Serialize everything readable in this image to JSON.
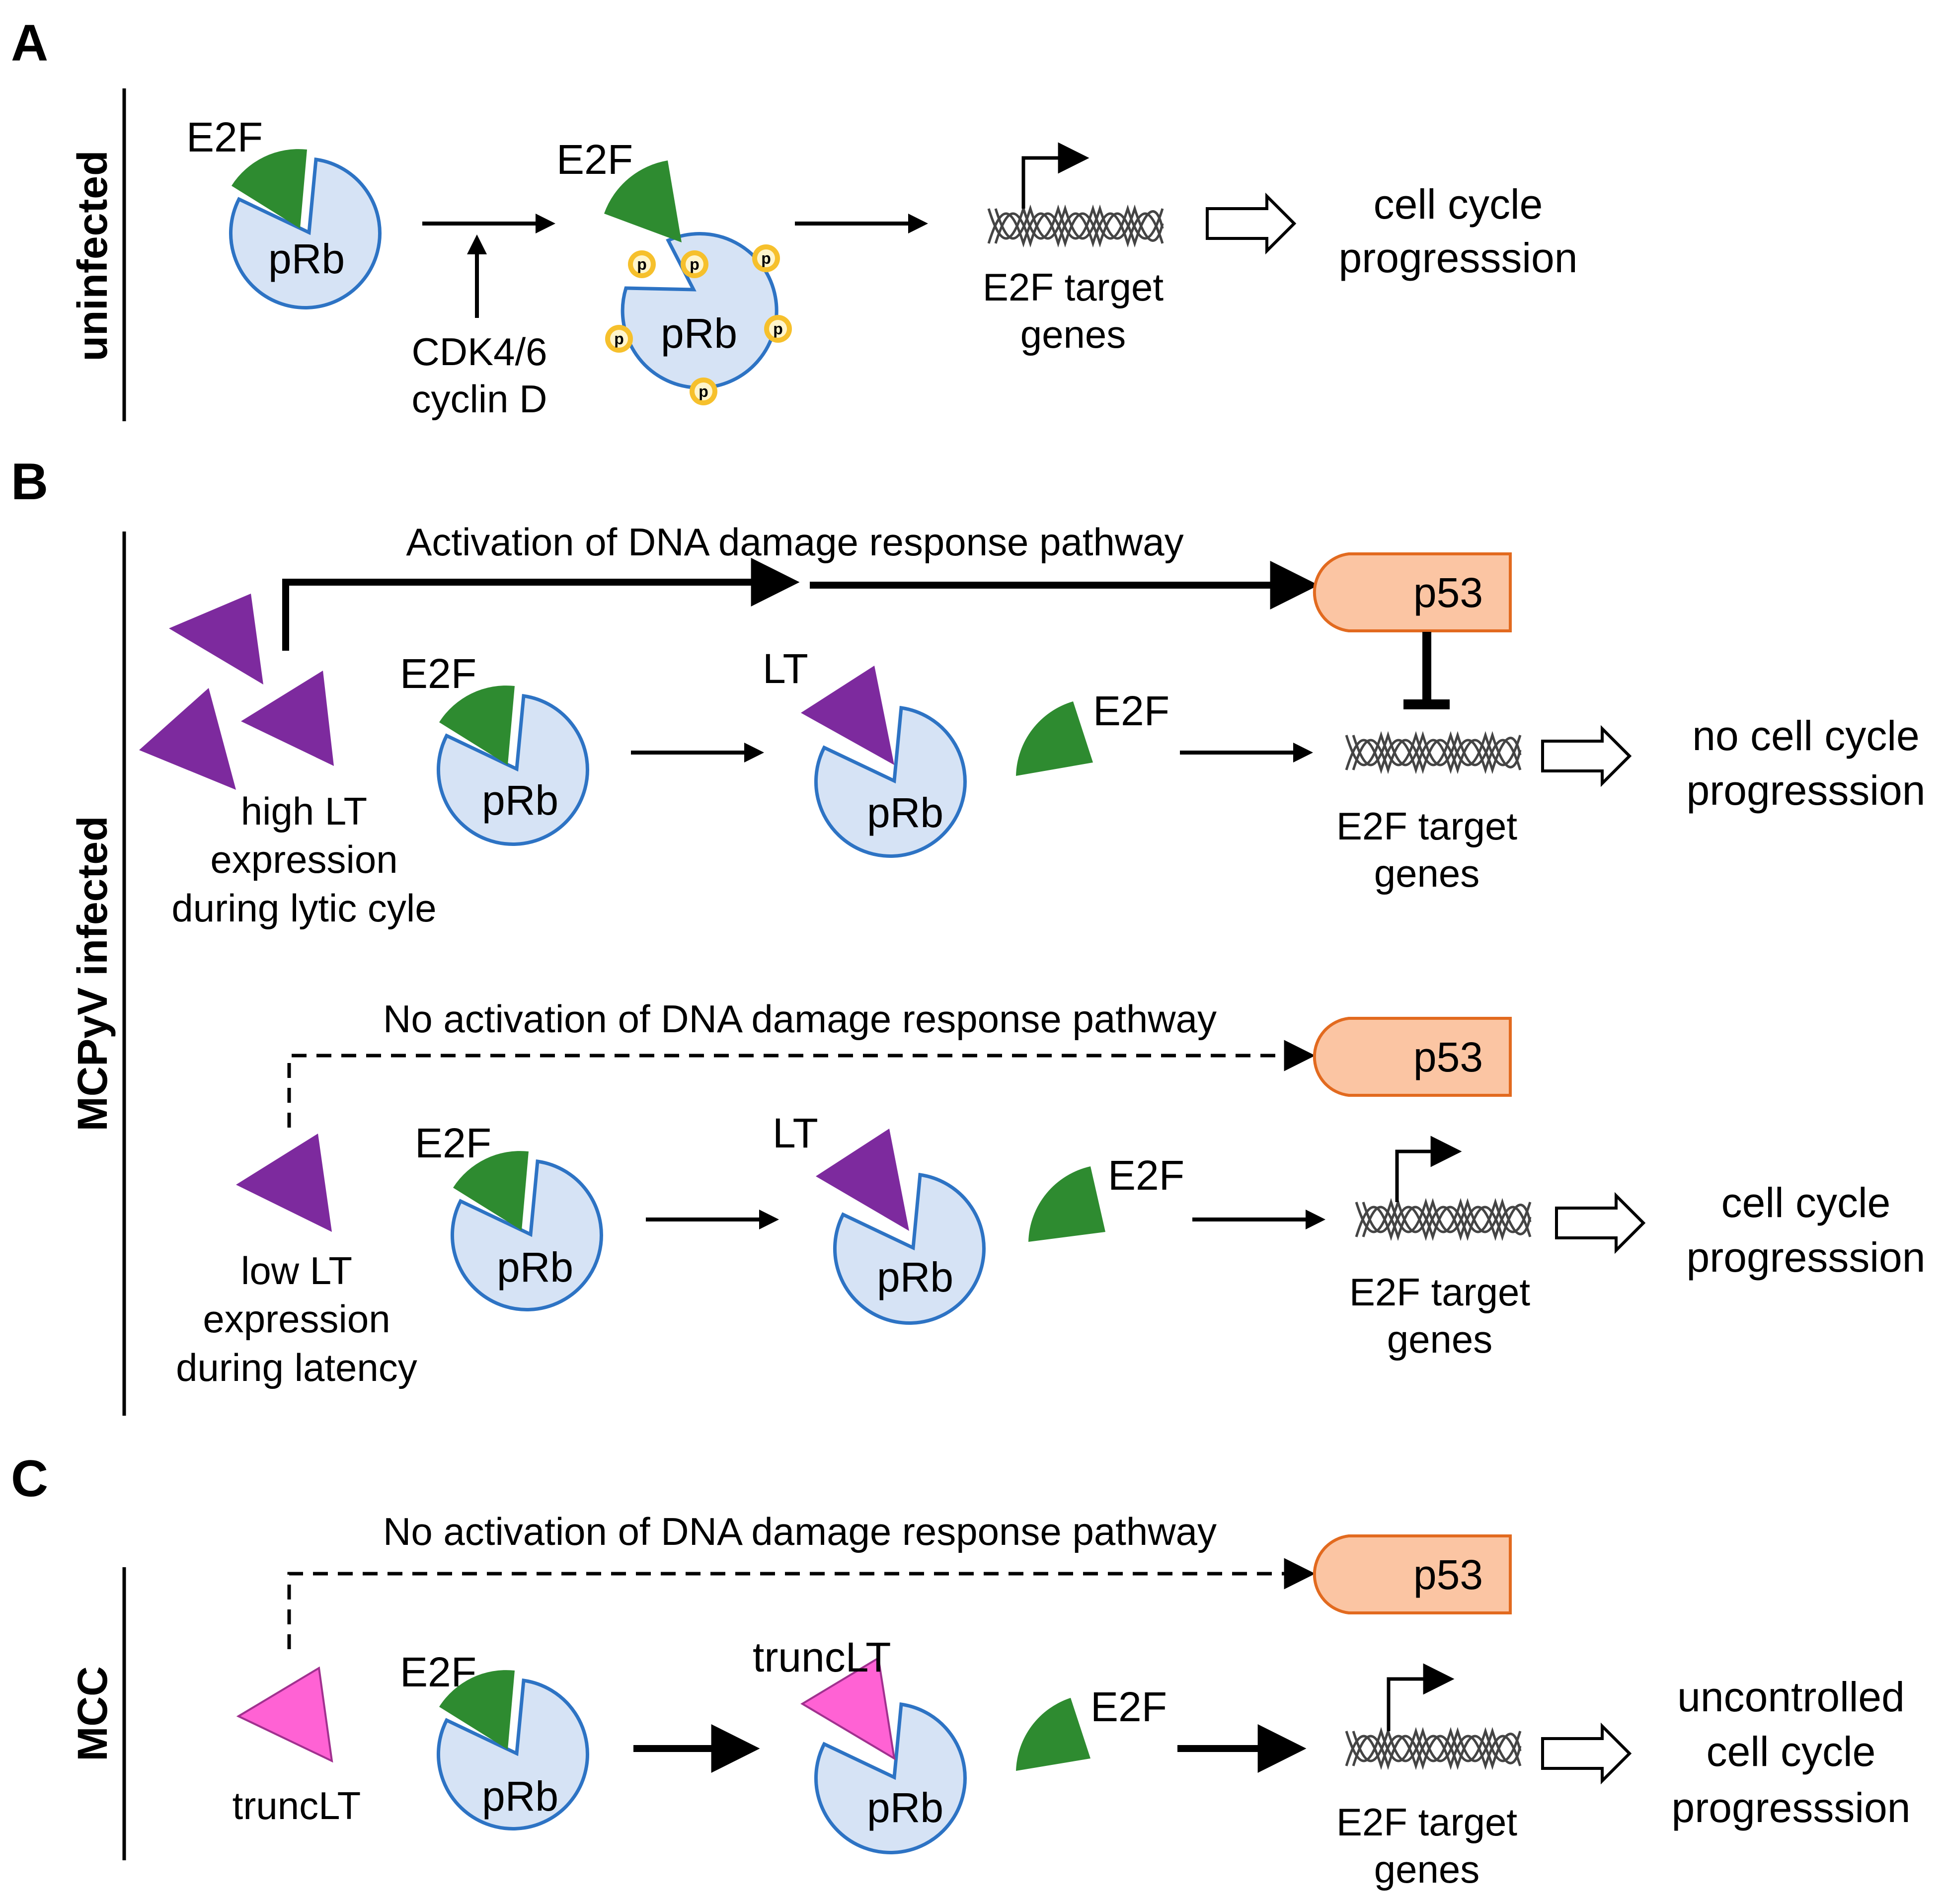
{
  "colors": {
    "e2f": "#2e8b30",
    "prb_fill": "#d6e3f5",
    "prb_stroke": "#2d73c4",
    "lt": "#7d2a9e",
    "trunclt": "#ff62d4",
    "trunclt_stroke": "#a1318f",
    "p53_fill": "#fbc5a3",
    "p53_stroke": "#e26a1f",
    "phospho": "#f6c02c"
  },
  "panels": {
    "a": {
      "letter": "A",
      "side_label": "uninfected",
      "e2f": "E2F",
      "prb": "pRb",
      "e2f2": "E2F",
      "prb2": "pRb",
      "phospho": "p",
      "kinase1": "CDK4/6",
      "kinase2": "cyclin D",
      "gene1": "E2F target",
      "gene2": "genes",
      "outcome1": "cell cycle",
      "outcome2": "progresssion"
    },
    "b": {
      "letter": "B",
      "side_label": "MCPyV infected",
      "top": {
        "ddr": "Activation of DNA damage response pathway",
        "p53": "p53",
        "lt_desc1": "high LT",
        "lt_desc2": "expression",
        "lt_desc3": "during lytic cyle",
        "e2f": "E2F",
        "prb": "pRb",
        "lt": "LT",
        "prb2": "pRb",
        "e2f_free": "E2F",
        "gene1": "E2F target",
        "gene2": "genes",
        "outcome1": "no cell cycle",
        "outcome2": "progresssion"
      },
      "bottom": {
        "ddr": "No activation of DNA damage response pathway",
        "p53": "p53",
        "lt_desc1": "low LT",
        "lt_desc2": "expression",
        "lt_desc3": "during latency",
        "e2f": "E2F",
        "prb": "pRb",
        "lt": "LT",
        "prb2": "pRb",
        "e2f_free": "E2F",
        "gene1": "E2F target",
        "gene2": "genes",
        "outcome1": "cell cycle",
        "outcome2": "progresssion"
      }
    },
    "c": {
      "letter": "C",
      "side_label": "MCC",
      "ddr": "No activation of DNA damage response pathway",
      "p53": "p53",
      "trunclt": "truncLT",
      "e2f": "E2F",
      "prb": "pRb",
      "trunclt2": "truncLT",
      "prb2": "pRb",
      "e2f_free": "E2F",
      "gene1": "E2F target",
      "gene2": "genes",
      "outcome1": "uncontrolled",
      "outcome2": "cell cycle",
      "outcome3": "progresssion"
    }
  }
}
